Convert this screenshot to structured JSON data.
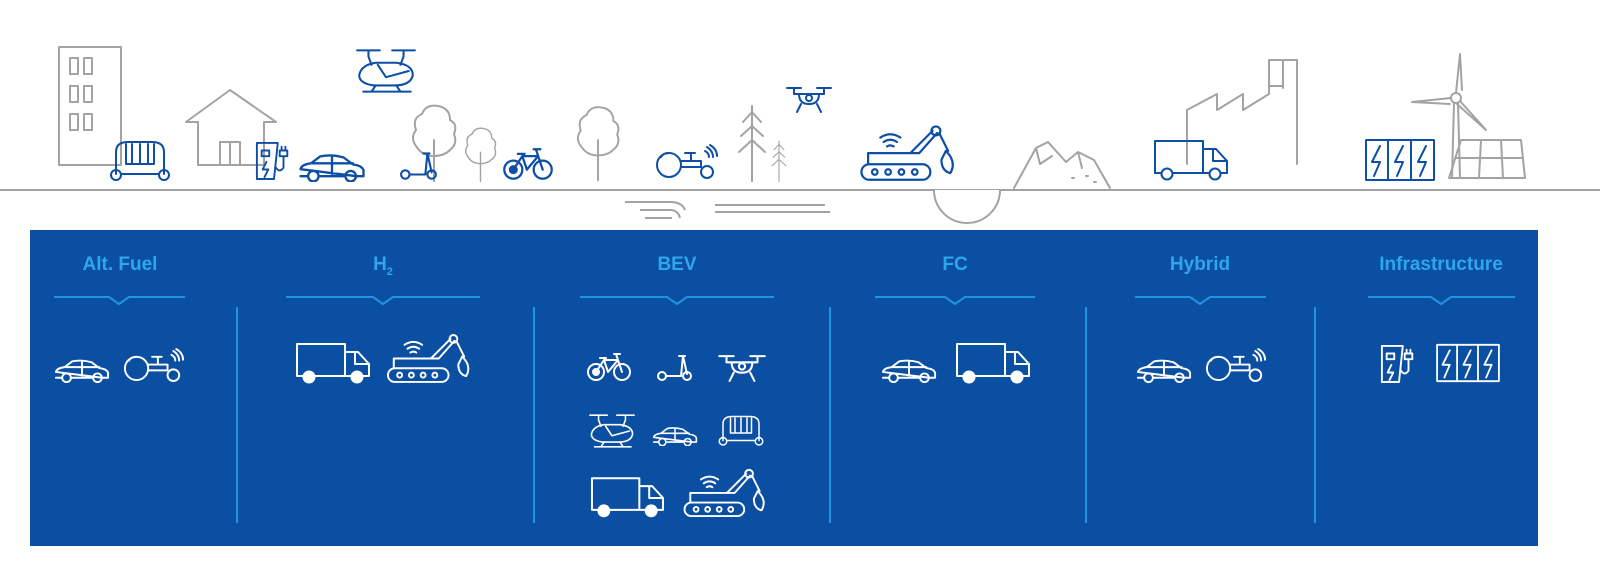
{
  "colors": {
    "panel_bg": "#0b4fa2",
    "heading": "#2ea6ee",
    "divider": "#1f95e2",
    "scene_blue": "#0d4ea6",
    "scene_gray": "#a3a3a3"
  },
  "scene": {
    "icons": [
      "building-icon",
      "shuttle-icon",
      "house-icon",
      "charging-station-icon",
      "car-icon",
      "air-taxi-icon",
      "tree-icon",
      "scooter-icon",
      "bike-icon",
      "tractor-icon",
      "pine-tree-icon",
      "drone-icon",
      "excavator-icon",
      "mountain-icon",
      "factory-icon",
      "truck-icon",
      "battery-icon",
      "wind-turbine-icon",
      "solar-panel-icon"
    ]
  },
  "columns": [
    {
      "heading": "Alt. Fuel",
      "icons": [
        "car-icon",
        "tractor-icon"
      ]
    },
    {
      "heading": {
        "main": "H",
        "sub": "2"
      },
      "icons": [
        "truck-icon",
        "excavator-icon"
      ]
    },
    {
      "heading": "BEV",
      "icons": [
        "bike-icon",
        "scooter-icon",
        "drone-icon",
        "air-taxi-icon",
        "car-icon",
        "shuttle-icon",
        "truck-icon",
        "excavator-icon"
      ]
    },
    {
      "heading": "FC",
      "icons": [
        "car-icon",
        "truck-icon"
      ]
    },
    {
      "heading": "Hybrid",
      "icons": [
        "car-icon",
        "tractor-icon"
      ]
    },
    {
      "heading": "Infrastructure",
      "icons": [
        "charging-station-icon",
        "battery-icon"
      ]
    }
  ]
}
